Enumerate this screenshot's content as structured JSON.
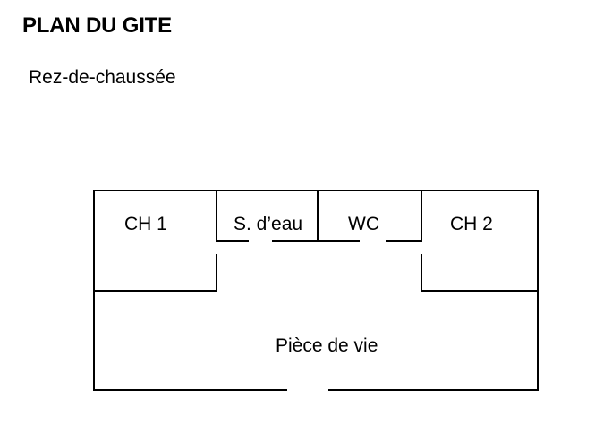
{
  "header": {
    "title": "PLAN DU GITE",
    "floor": "Rez-de-chaussée"
  },
  "rooms": {
    "ch1": "CH 1",
    "salle_eau": "S. d’eau",
    "wc": "WC",
    "ch2": "CH 2",
    "piece_de_vie": "Pièce de vie"
  },
  "colors": {
    "walls": "#000000",
    "background": "#ffffff"
  }
}
